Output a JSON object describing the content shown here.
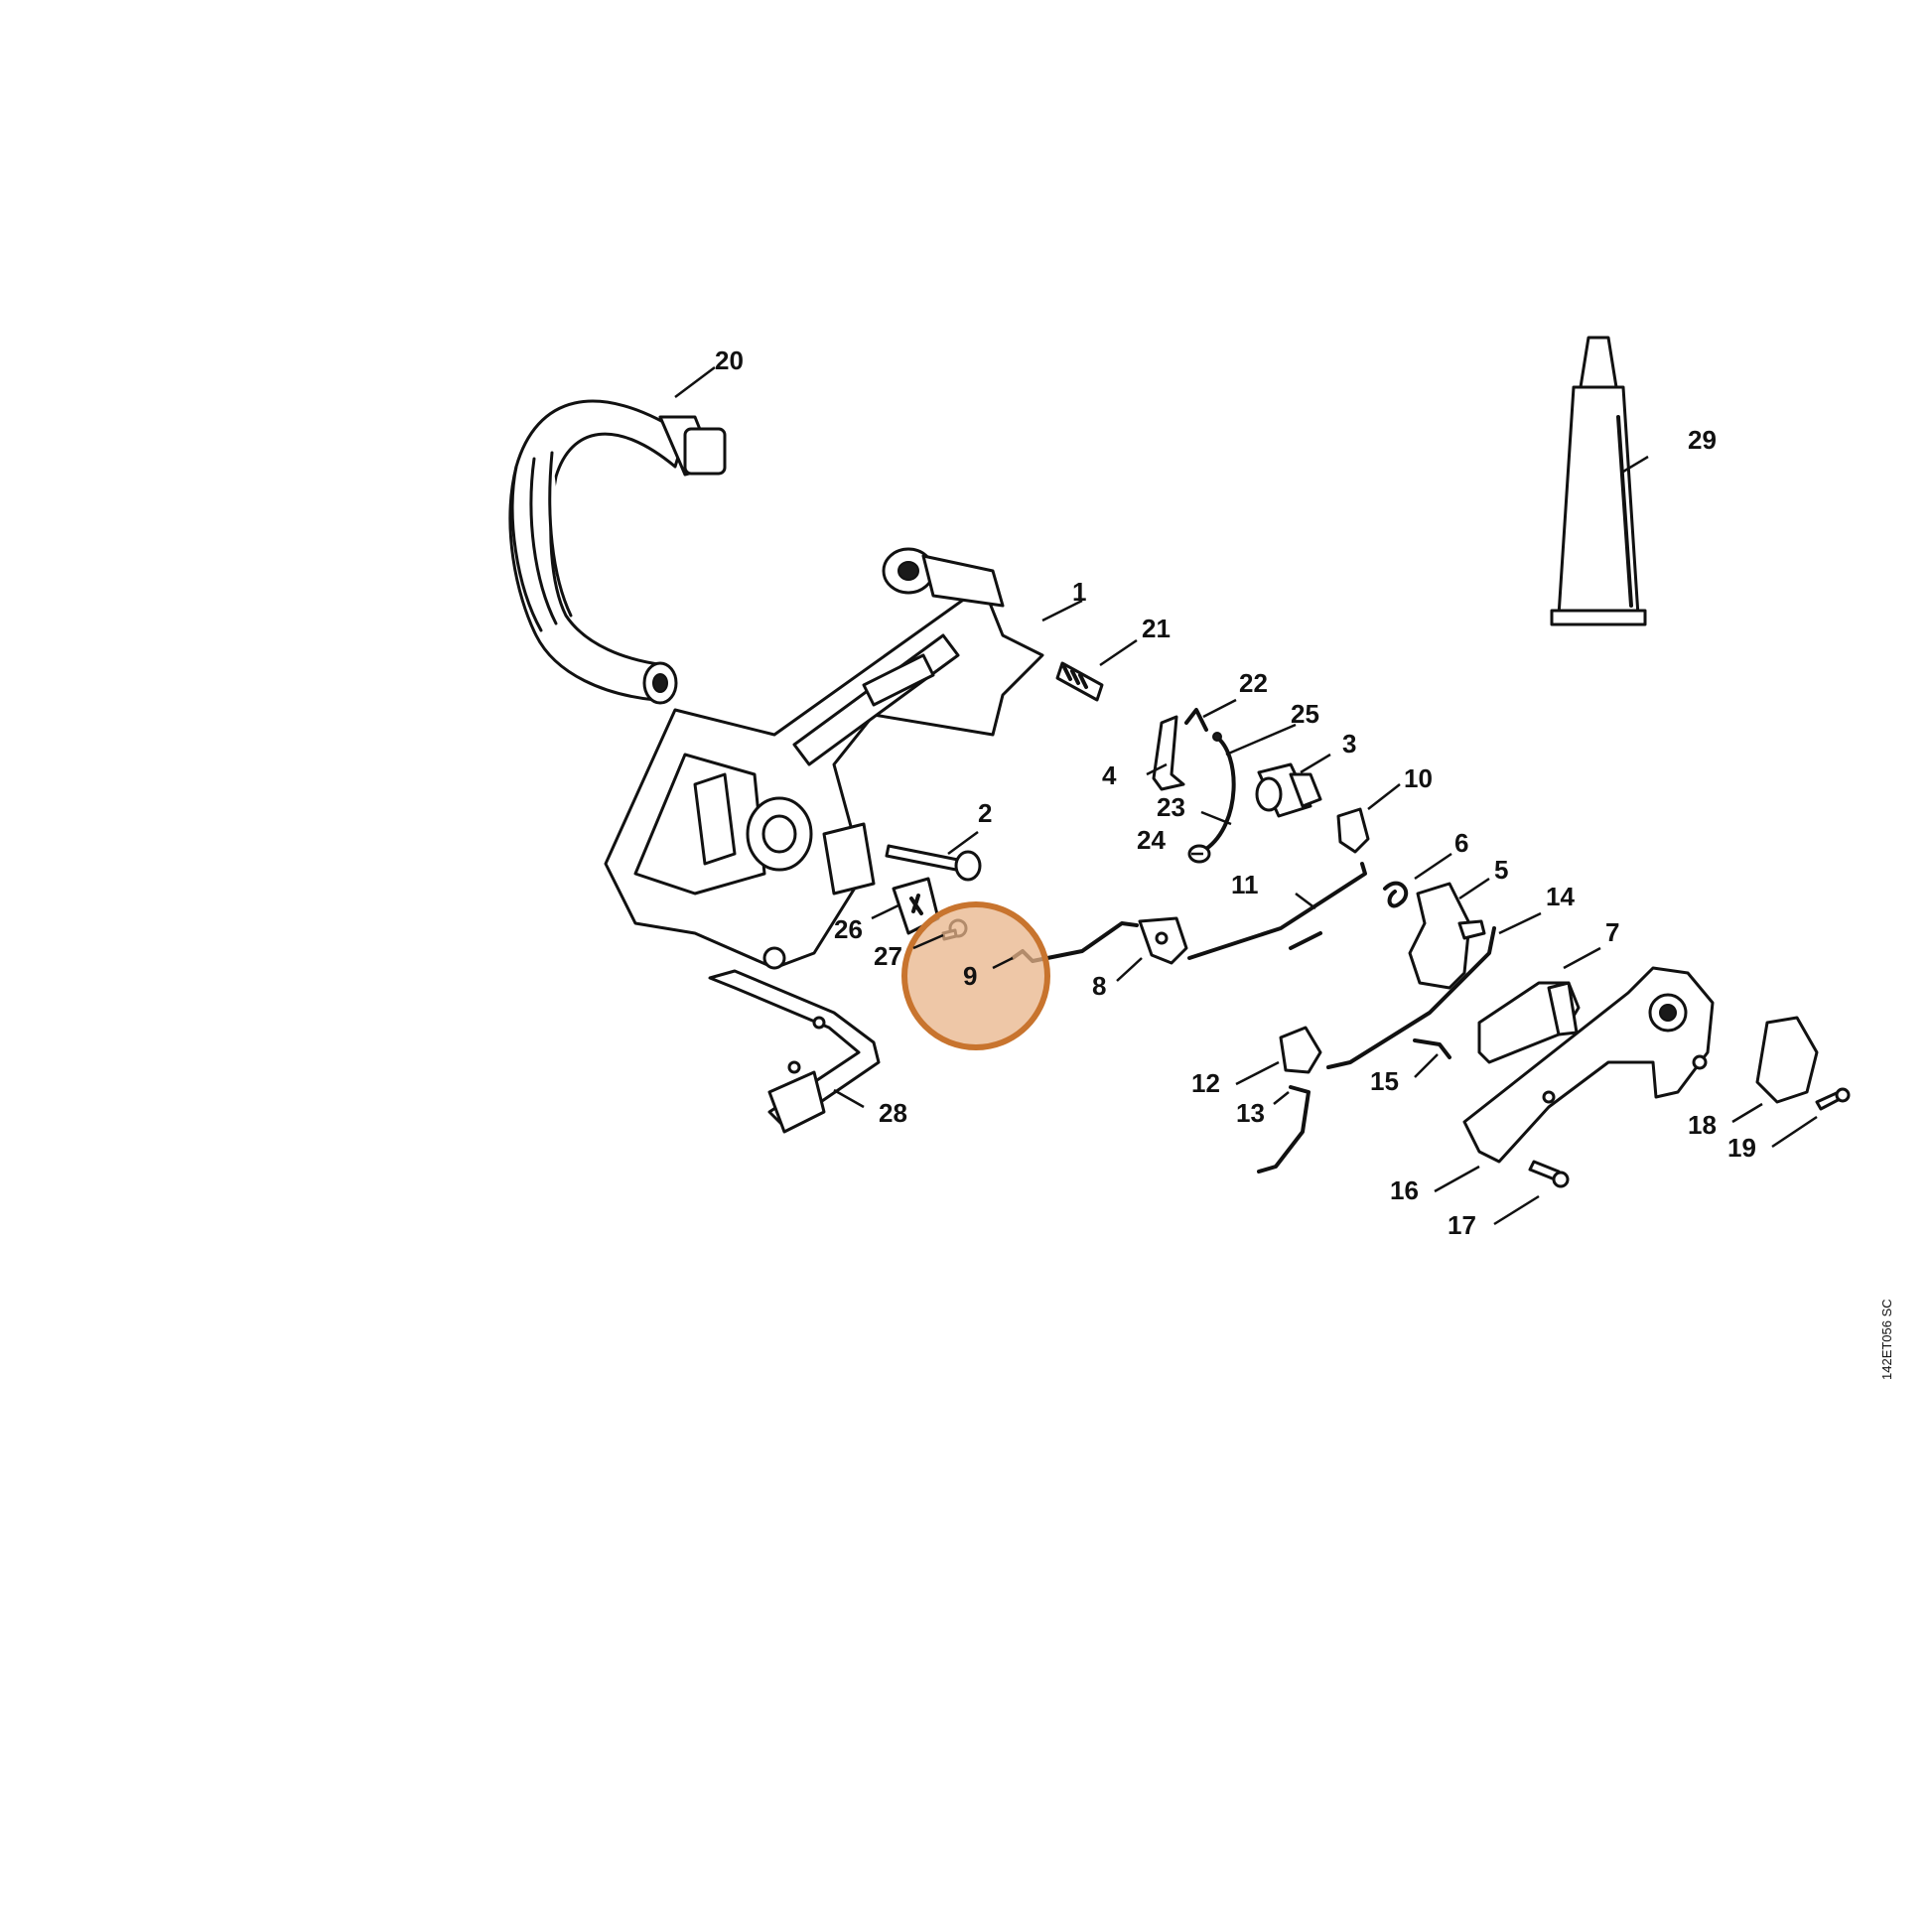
{
  "diagram": {
    "reference_code": "142ET056 SC",
    "highlight": {
      "part_number": "9",
      "color": "#C8742E",
      "fill": "#E8B48A"
    },
    "callouts": [
      {
        "id": "1",
        "label": "1"
      },
      {
        "id": "2",
        "label": "2"
      },
      {
        "id": "3",
        "label": "3"
      },
      {
        "id": "4",
        "label": "4"
      },
      {
        "id": "5",
        "label": "5"
      },
      {
        "id": "6",
        "label": "6"
      },
      {
        "id": "7",
        "label": "7"
      },
      {
        "id": "8",
        "label": "8"
      },
      {
        "id": "9",
        "label": "9"
      },
      {
        "id": "10",
        "label": "10"
      },
      {
        "id": "11",
        "label": "11"
      },
      {
        "id": "12",
        "label": "12"
      },
      {
        "id": "13",
        "label": "13"
      },
      {
        "id": "14",
        "label": "14"
      },
      {
        "id": "15",
        "label": "15"
      },
      {
        "id": "16",
        "label": "16"
      },
      {
        "id": "17",
        "label": "17"
      },
      {
        "id": "18",
        "label": "18"
      },
      {
        "id": "19",
        "label": "19"
      },
      {
        "id": "20",
        "label": "20"
      },
      {
        "id": "21",
        "label": "21"
      },
      {
        "id": "22",
        "label": "22"
      },
      {
        "id": "23",
        "label": "23"
      },
      {
        "id": "24",
        "label": "24"
      },
      {
        "id": "25",
        "label": "25"
      },
      {
        "id": "26",
        "label": "26"
      },
      {
        "id": "27",
        "label": "27"
      },
      {
        "id": "28",
        "label": "28"
      },
      {
        "id": "29",
        "label": "29"
      }
    ]
  }
}
